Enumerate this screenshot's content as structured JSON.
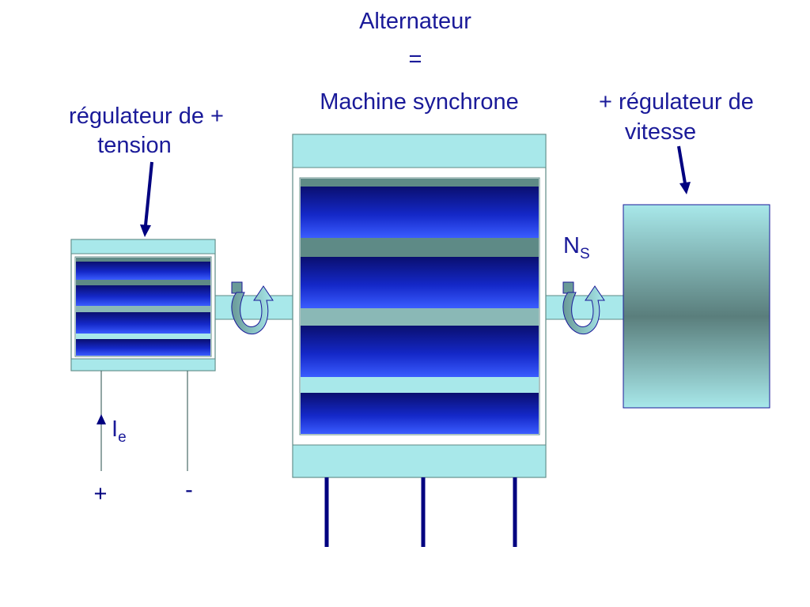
{
  "title": {
    "line1": "Alternateur",
    "line2": "=",
    "line3": "Machine synchrone"
  },
  "left_label": {
    "line1": "régulateur de +",
    "line2": "tension"
  },
  "right_label": {
    "line1": "+ régulateur de",
    "line2": "vitesse"
  },
  "speed_label": {
    "main": "N",
    "sub": "S"
  },
  "current_label": {
    "main": "I",
    "sub": "e"
  },
  "terminals": {
    "plus": "+",
    "minus": "-"
  },
  "colors": {
    "text": "#1a1a99",
    "light_cyan": "#a8e8ea",
    "deep_blue": "#1428c8",
    "teal_gray": "#5e8a86",
    "wire": "#000080"
  }
}
